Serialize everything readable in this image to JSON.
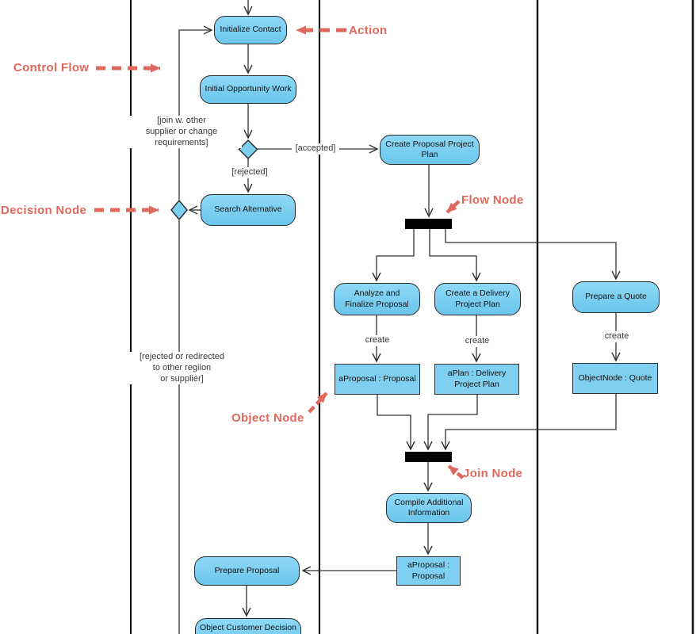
{
  "annotations": {
    "action": "Action",
    "control_flow": "Control Flow",
    "decision_node": "Decision Node",
    "flow_node": "Flow Node",
    "object_node": "Object Node",
    "join_node": "Join Node"
  },
  "actions": {
    "initialize_contact": "Initialize Contact",
    "initial_opportunity_work": "Initial Opportunity Work",
    "create_proposal_project_plan": "Create Proposal Project\nPlan",
    "search_alternative": "Search Alternative",
    "analyze_and_finalize_proposal": "Analyze and\nFinalize Proposal",
    "create_a_delivery_project_plan": "Create a Delivery\nProject Plan",
    "prepare_a_quote": "Prepare a Quote",
    "compile_additional_information": "Compile Additional\nInformation",
    "prepare_proposal": "Prepare Proposal",
    "object_customer_decision": "Object Customer Decision"
  },
  "object_nodes": {
    "a_proposal": "aProposal : Proposal",
    "a_plan": "aPlan : Delivery\nProject Plan",
    "quote": "ObjectNode : Quote",
    "a_proposal_copy": "aProposal :\nProposal"
  },
  "guards": {
    "join_with_other": "[join w. other\nsupplier or change\nrequirements]",
    "rejected": "[rejected]",
    "accepted": "[accepted]",
    "rejected_or_redirected": "[rejected or redirected\nto other regiion\nor supplier]",
    "create": "create"
  },
  "colors": {
    "node_fill": "#7ECFF0",
    "node_border": "#2A2A2A",
    "flow_line": "#333333",
    "bar_fill": "#000000",
    "annotation": "#E0695E",
    "lane_line": "#151515"
  }
}
